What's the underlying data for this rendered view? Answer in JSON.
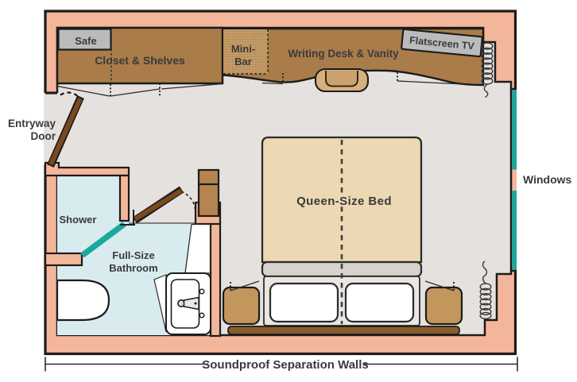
{
  "labels": {
    "safe": "Safe",
    "closet": "Closet & Shelves",
    "minibar1": "Mini-",
    "minibar2": "Bar",
    "desk": "Writing Desk & Vanity",
    "tv": "Flatscreen TV",
    "entry1": "Entryway",
    "entry2": "Door",
    "shower": "Shower",
    "bath1": "Full-Size",
    "bath2": "Bathroom",
    "bed": "Queen-Size Bed",
    "windows": "Windows",
    "walls": "Soundproof Separation Walls"
  },
  "colors": {
    "wall": "#f4b69a",
    "outline": "#1d1c1a",
    "floor": "#e5e1de",
    "bathroom": "#d8ecf0",
    "wood": "#a97c4a",
    "minibar": "#c49a66",
    "bed": "#ecd9b4",
    "window_teal": "#1ba99c",
    "door_brown": "#7a4a1e",
    "fixture_gray": "#b9bbbd",
    "nightstand": "#c3965e",
    "headboard": "#8a5c2c",
    "label": "#3a3a3a"
  }
}
